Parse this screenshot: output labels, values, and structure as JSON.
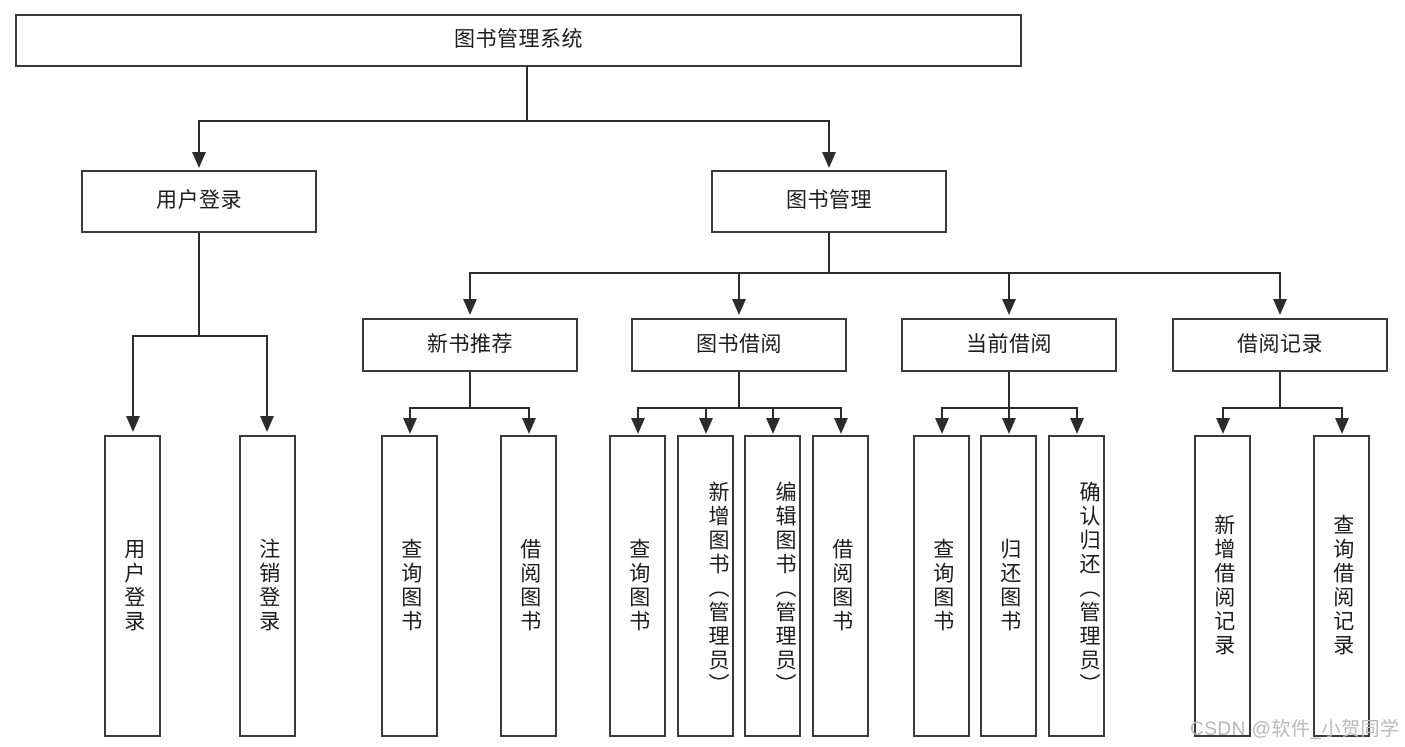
{
  "diagram": {
    "title": "图书管理系统",
    "type": "功能结构图",
    "root": {
      "label": "图书管理系统"
    },
    "level2": [
      {
        "label": "用户登录"
      },
      {
        "label": "图书管理"
      }
    ],
    "level3": [
      {
        "label": "新书推荐"
      },
      {
        "label": "图书借阅"
      },
      {
        "label": "当前借阅"
      },
      {
        "label": "借阅记录"
      }
    ],
    "leaves": {
      "user_login": [
        {
          "label": "用户登录"
        },
        {
          "label": "注销登录"
        }
      ],
      "new_book_recommend": [
        {
          "label": "查询图书"
        },
        {
          "label": "借阅图书"
        }
      ],
      "book_borrow": [
        {
          "label": "查询图书"
        },
        {
          "label": "新增图书（管理员）"
        },
        {
          "label": "编辑图书（管理员）"
        },
        {
          "label": "借阅图书"
        }
      ],
      "current_borrow": [
        {
          "label": "查询图书"
        },
        {
          "label": "归还图书"
        },
        {
          "label": "确认归还（管理员）"
        }
      ],
      "borrow_record": [
        {
          "label": "新增借阅记录"
        },
        {
          "label": "查询借阅记录"
        }
      ]
    }
  },
  "watermark": {
    "text": "CSDN @软件_小贺同学"
  },
  "colors": {
    "box_border": "#3a3a3a",
    "connector": "#2b2b2b",
    "text": "#1c1c1c",
    "background": "#ffffff",
    "watermark": "#b9b9b9"
  }
}
